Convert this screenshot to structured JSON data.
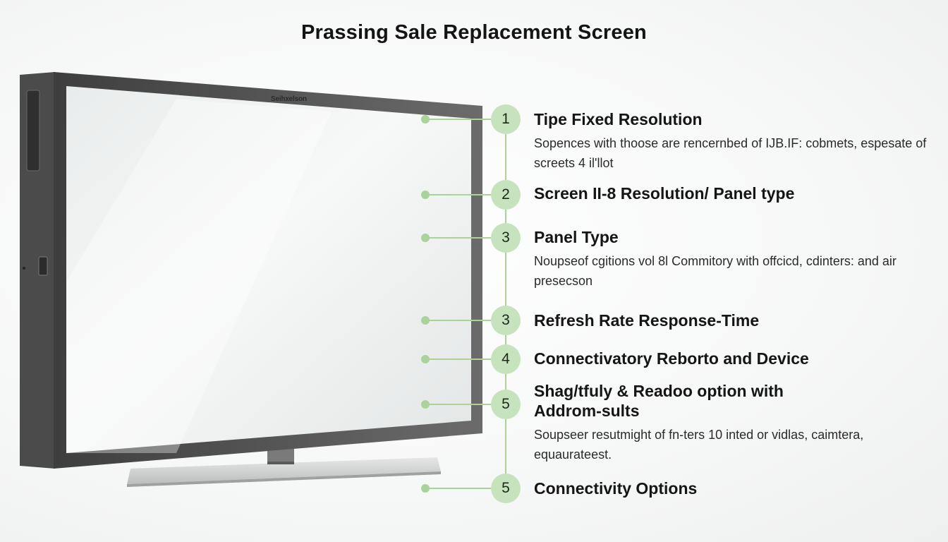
{
  "title": "Prassing Sale Replacement Screen",
  "brand_label": "Seihxelson",
  "accent_color": "#a9d39b",
  "items": [
    {
      "number": "1",
      "heading": "Tipe Fixed Resolution",
      "description": "Sopences with thoose are rencernbed of IJB.IF: cobmets, espesate of screets 4 il'llot"
    },
    {
      "number": "2",
      "heading": "Screen II-8 Resolution/ Panel type",
      "description": ""
    },
    {
      "number": "3",
      "heading": "Panel Type",
      "description": "Noupseof cgitions vol 8l Commitory with offcicd, cdinters: and air presecson"
    },
    {
      "number": "3",
      "heading": "Refresh Rate Response-Time",
      "description": ""
    },
    {
      "number": "4",
      "heading": "Connectivatory Reborto and Device",
      "description": ""
    },
    {
      "number": "5",
      "heading": "Shag/tfuly & Readoo option with Addrom-sults",
      "description": "Soupseer resutmight of fn-ters 10 inted or vidlas, caimtera, equaurateest."
    },
    {
      "number": "5",
      "heading": "Connectivity Options",
      "description": ""
    }
  ]
}
